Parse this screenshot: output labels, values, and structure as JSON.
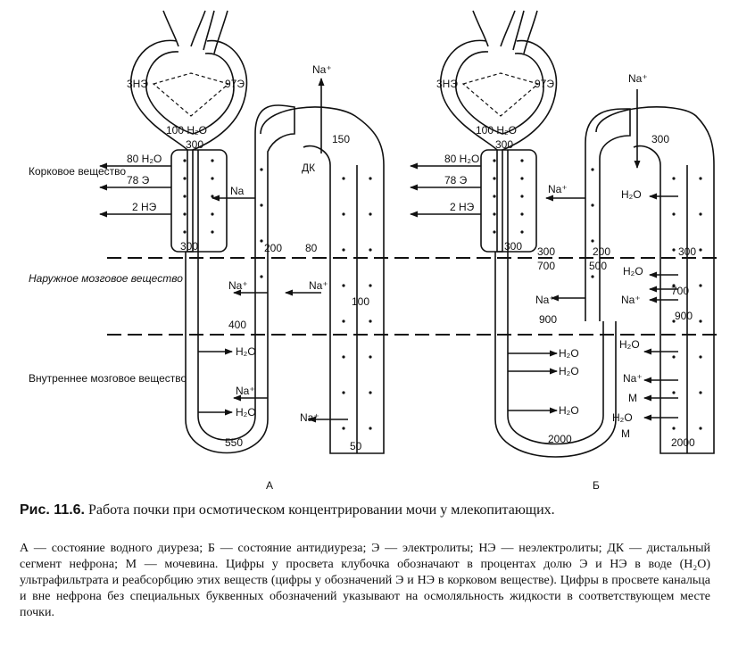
{
  "zones": {
    "cortex": "Корковое вещество",
    "outer_medulla": "Наружное мозговое вещество",
    "inner_medulla": "Внутреннее мозговое вещество"
  },
  "panel_a": {
    "label": "А",
    "glomerulus_left": "3НЭ",
    "glomerulus_right": "97Э",
    "filtrate": "100 H₂O",
    "v300_top": "300",
    "r80h2o": "80 H₂O",
    "r78e": "78 Э",
    "r2ne": "2 НЭ",
    "v300_bottom": "300",
    "na_cortex": "Na",
    "na_top": "Na⁺",
    "v150": "150",
    "dk": "ДК",
    "v200": "200",
    "v80": "80",
    "na_outer_left": "Na⁺",
    "na_outer_right": "Na⁺",
    "v100": "100",
    "v400": "400",
    "h2o_inner_1": "H₂O",
    "na_inner": "Na⁺",
    "h2o_inner_2": "H₂O",
    "na_inner_right": "Na⁺",
    "v550": "550",
    "v50": "50"
  },
  "panel_b": {
    "label": "Б",
    "glomerulus_left": "3НЭ",
    "glomerulus_right": "97Э",
    "filtrate": "100 H₂O",
    "v300_top": "300",
    "r80h2o": "80 H₂O",
    "r78e": "78 Э",
    "r2ne": "2 НЭ",
    "v300_bottom": "300",
    "na_top": "Na⁺",
    "v300_right_top": "300",
    "na_cortex": "Na⁺",
    "h2o_cortex": "H₂O",
    "v300_left": "300",
    "v200": "200",
    "v300_right": "300",
    "v700_left": "700",
    "v500": "500",
    "h2o_outer": "H₂O",
    "v700_right": "700",
    "na_outer_left": "Na⁺",
    "na_outer_right": "Na⁺",
    "v900_left": "900",
    "v900_right": "900",
    "h2o_i1": "H₂O",
    "h2o_i2": "H₂O",
    "h2o_r": "H₂O",
    "na_r": "Na⁺",
    "m1": "М",
    "h2o_i3": "H₂O",
    "h2o_r2": "H₂O",
    "m2": "М",
    "v2000_left": "2000",
    "v2000_right": "2000"
  },
  "caption": {
    "prefix": "Рис. 11.6.",
    "text": "Работа почки при осмотическом концентрировании мочи у млекопитающих."
  },
  "legend": "А — состояние водного диуреза; Б — состояние антидиуреза; Э — электролиты; НЭ — неэлектролиты; ДК — дистальный сегмент нефрона; М — мочевина. Цифры у просвета клубочка обозначают в процентах долю Э и НЭ в воде (H₂O) ультрафильтрата и реабсорбцию этих веществ (цифры у обозначений Э и НЭ в корковом веществе). Цифры в просвете канальца и вне нефрона без специальных буквенных обозначений указывают на осмоляльность жидкости в соответствующем месте почки."
}
